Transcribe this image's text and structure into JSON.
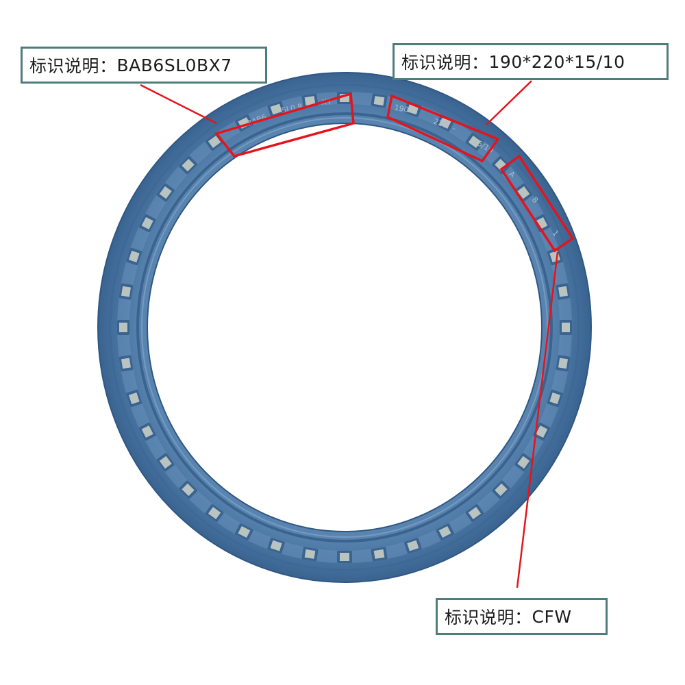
{
  "callouts": [
    {
      "prefix": "标识说明：",
      "value": "BAB6SL0BX7"
    },
    {
      "prefix": "标识说明：",
      "value": "190*220*15/10"
    },
    {
      "prefix": "标识说明：",
      "value": "CFW"
    }
  ],
  "seal_markings": {
    "group_1": [
      "BAB6",
      "SL0.8",
      "X7"
    ],
    "group_2": [
      "190",
      "-",
      "220",
      "-",
      "15/10"
    ],
    "group_3": [
      "A",
      "8",
      "1"
    ]
  },
  "colors": {
    "seal_blue": "#4f7aa6",
    "seal_dark": "#365d88",
    "seal_light": "#6a92bb",
    "highlight_red": "#e5141c",
    "callout_border": "#4f7d7c",
    "spring_window": "#b9c4c0"
  }
}
